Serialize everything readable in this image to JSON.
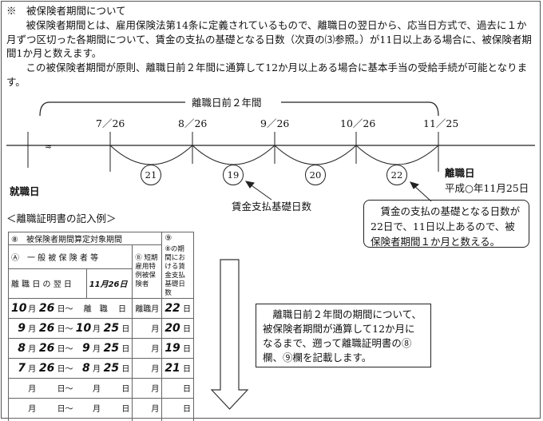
{
  "intro": {
    "heading": "※　被保険者期間について",
    "p1": "　被保険者期間とは、雇用保険法第14条に定義されているもので、離職日の翌日から、応当日方式で、過去に１か月ずつ区切った各期間について、賃金の支払の基礎となる日数（次頁の⑶参照。）が11日以上ある場合に、被保険者期間1か月と数えます。",
    "p2": "　この被保険者期間が原則、離職日前２年間に通算して12か月以上ある場合に基本手当の受給手続が可能となります。"
  },
  "timeline": {
    "bracket_label": "離職日前２年間",
    "dates": [
      "7／26",
      "8／26",
      "9／26",
      "10／26",
      "11／25"
    ],
    "days": [
      "21",
      "19",
      "20",
      "22"
    ],
    "start_label": "就職日",
    "end_label": "離職日",
    "end_date": "平成○年11月25日",
    "days_label": "賃金支払基礎日数",
    "callout": "　賃金の支払の基礎となる日数が22日で、11日以上あるので、被保険者期間１か月と数える。"
  },
  "example": {
    "title": "＜離職証明書の記入例＞",
    "h8": "⑧　被保険者期間算定対象期間",
    "h9": "⑨",
    "h9b": "⑧の期間における賃金支払基礎日数",
    "hA": "Ⓐ　一 般 被 保 険 者 等",
    "hB": "Ⓑ 短期雇用特例被保険者",
    "next_day_label": "離 職 日 の 翌 日",
    "next_day_value": "11月26日",
    "rows": [
      {
        "from_m": "10",
        "from_d": "26",
        "to_m": "",
        "to_d": "",
        "to_text": "離　職",
        "b": "離職月",
        "days": "22"
      },
      {
        "from_m": "9",
        "from_d": "26",
        "to_m": "10",
        "to_d": "25",
        "to_text": "",
        "b": "月",
        "days": "20"
      },
      {
        "from_m": "8",
        "from_d": "26",
        "to_m": "9",
        "to_d": "25",
        "to_text": "",
        "b": "月",
        "days": "19"
      },
      {
        "from_m": "7",
        "from_d": "26",
        "to_m": "8",
        "to_d": "25",
        "to_text": "",
        "b": "月",
        "days": "21"
      },
      {
        "from_m": "",
        "from_d": "",
        "to_m": "",
        "to_d": "",
        "to_text": "",
        "b": "月",
        "days": ""
      },
      {
        "from_m": "",
        "from_d": "",
        "to_m": "",
        "to_d": "",
        "to_text": "",
        "b": "月",
        "days": ""
      }
    ],
    "unit_month": "月",
    "unit_day": "日",
    "unit_day_tilde": "日～",
    "note": "　離職日前２年間の期間について、被保険者期間が通算して12か月になるまで、遡って離職証明書の⑧欄、⑨欄を記載します。"
  }
}
